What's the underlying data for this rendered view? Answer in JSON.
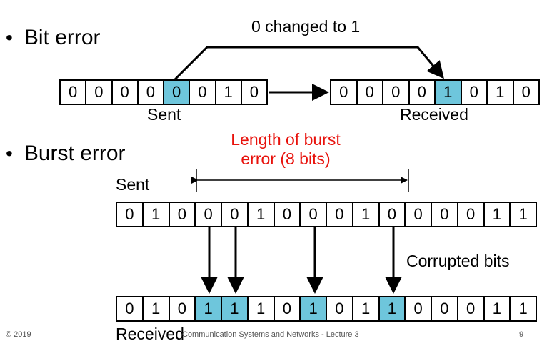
{
  "bit_error": {
    "bullet": "•",
    "heading": "Bit error",
    "annotation": "0 changed to 1",
    "sent_label": "Sent",
    "received_label": "Received",
    "sent_bits": [
      "0",
      "0",
      "0",
      "0",
      "0",
      "0",
      "1",
      "0"
    ],
    "received_bits": [
      "0",
      "0",
      "0",
      "0",
      "1",
      "0",
      "1",
      "0"
    ],
    "error_index": 4
  },
  "burst_error": {
    "bullet": "•",
    "heading": "Burst error",
    "length_label_line1": "Length of burst",
    "length_label_line2": "error (8 bits)",
    "sent_label": "Sent",
    "received_label": "Received",
    "corrupted_label": "Corrupted bits",
    "sent_bits": [
      "0",
      "1",
      "0",
      "0",
      "0",
      "1",
      "0",
      "0",
      "0",
      "1",
      "0",
      "0",
      "0",
      "0",
      "1",
      "1"
    ],
    "received_bits": [
      "0",
      "1",
      "0",
      "1",
      "1",
      "1",
      "0",
      "1",
      "0",
      "1",
      "1",
      "0",
      "0",
      "0",
      "1",
      "1"
    ],
    "corrupted_indices": [
      3,
      4,
      7,
      10
    ]
  },
  "colors": {
    "highlight": "#6ec6dc",
    "annotation": "#e8120c"
  },
  "footer": {
    "copyright": "© 2019",
    "course": "Communication Systems and Networks - Lecture 3",
    "page": "9"
  }
}
